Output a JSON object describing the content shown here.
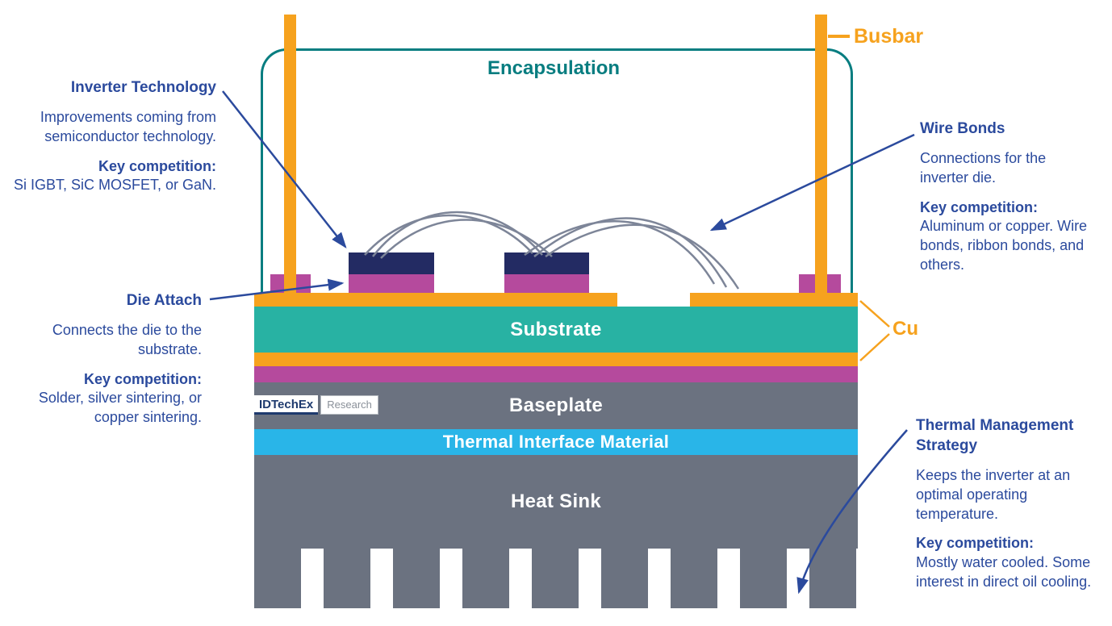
{
  "colors": {
    "orange": "#f6a21e",
    "substrate_teal": "#28b2a3",
    "encapsulation_teal": "#077d80",
    "magenta": "#b54a9d",
    "die_navy": "#232b63",
    "metal_gray": "#6b7280",
    "tim_cyan": "#29b5e8",
    "annotation_navy": "#2b4a9d",
    "wire_gray": "#7d8598"
  },
  "diagram": {
    "encapsulation_label": "Encapsulation",
    "busbar_label": "Busbar",
    "cu_label": "Cu",
    "layers": {
      "substrate": "Substrate",
      "baseplate": "Baseplate",
      "tim": "Thermal Interface Material",
      "heatsink": "Heat Sink"
    },
    "logo": {
      "brand": "IDTechEx",
      "suffix": "Research"
    }
  },
  "annotations": {
    "inverter_technology": {
      "title": "Inverter Technology",
      "body": "Improvements coming from semiconductor technology.",
      "key_label": "Key competition:",
      "key_body": "Si IGBT, SiC MOSFET, or GaN."
    },
    "die_attach": {
      "title": "Die Attach",
      "body": "Connects the die to the substrate.",
      "key_label": "Key competition:",
      "key_body": "Solder, silver sintering, or copper sintering."
    },
    "wire_bonds": {
      "title": "Wire Bonds",
      "body": "Connections for the inverter die.",
      "key_label": "Key competition:",
      "key_body": "Aluminum or copper. Wire bonds, ribbon bonds, and others."
    },
    "thermal_management": {
      "title": "Thermal Management Strategy",
      "body": "Keeps the inverter at an optimal operating temperature.",
      "key_label": "Key competition:",
      "key_body": "Mostly water cooled. Some interest in direct oil cooling."
    }
  }
}
